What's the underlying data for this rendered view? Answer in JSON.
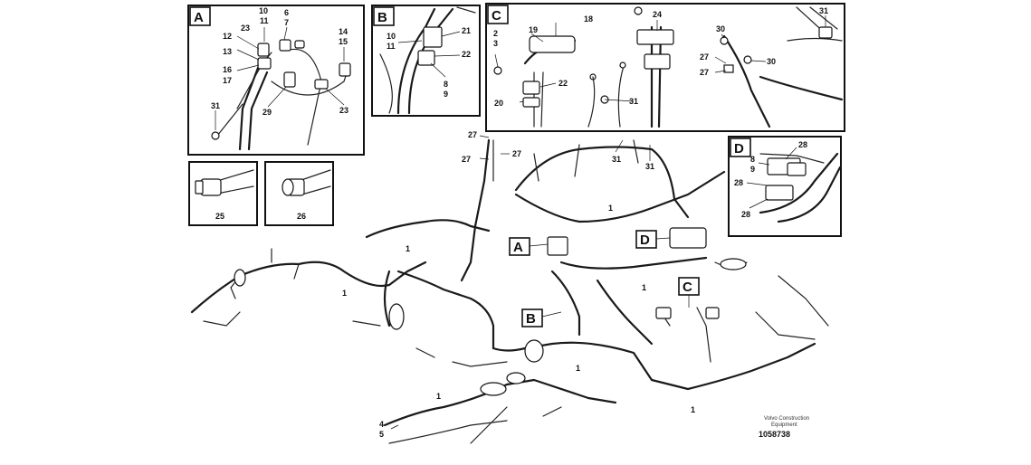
{
  "detail_letters": {
    "a": "A",
    "b": "B",
    "c": "C",
    "d": "D"
  },
  "panel_a": {
    "n1": "10",
    "n2": "11",
    "n3": "6",
    "n4": "7",
    "n5": "23",
    "n6": "12",
    "n7": "13",
    "n8": "14",
    "n9": "15",
    "n10": "16",
    "n11": "17",
    "n12": "29",
    "n13": "23",
    "n14": "31"
  },
  "panel_b": {
    "n1": "21",
    "n2": "10",
    "n3": "11",
    "n4": "22",
    "n5": "8",
    "n6": "9"
  },
  "panel_c": {
    "n1": "18",
    "n2": "19",
    "n3": "2",
    "n4": "3",
    "n5": "24",
    "n6": "31",
    "n7": "22",
    "n8": "20",
    "n9": "31",
    "n10": "30",
    "n11": "27",
    "n12": "30",
    "n13": "27"
  },
  "panel_d": {
    "n1": "28",
    "n2": "8",
    "n3": "9",
    "n4": "28",
    "n5": "28"
  },
  "panel_25": {
    "n": "25"
  },
  "panel_26": {
    "n": "26"
  },
  "main_labels": {
    "n27a": "27",
    "n27b": "27",
    "n27c": "27",
    "n31a": "31",
    "n31b": "31",
    "n1a": "1",
    "n1b": "1",
    "n1c": "1",
    "n1d": "1",
    "n1e": "1",
    "n1f": "1",
    "n1g": "1",
    "n4": "4",
    "n5": "5"
  },
  "footer": {
    "line1": "Volvo Construction",
    "line2": "Equipment",
    "number": "1058738"
  }
}
